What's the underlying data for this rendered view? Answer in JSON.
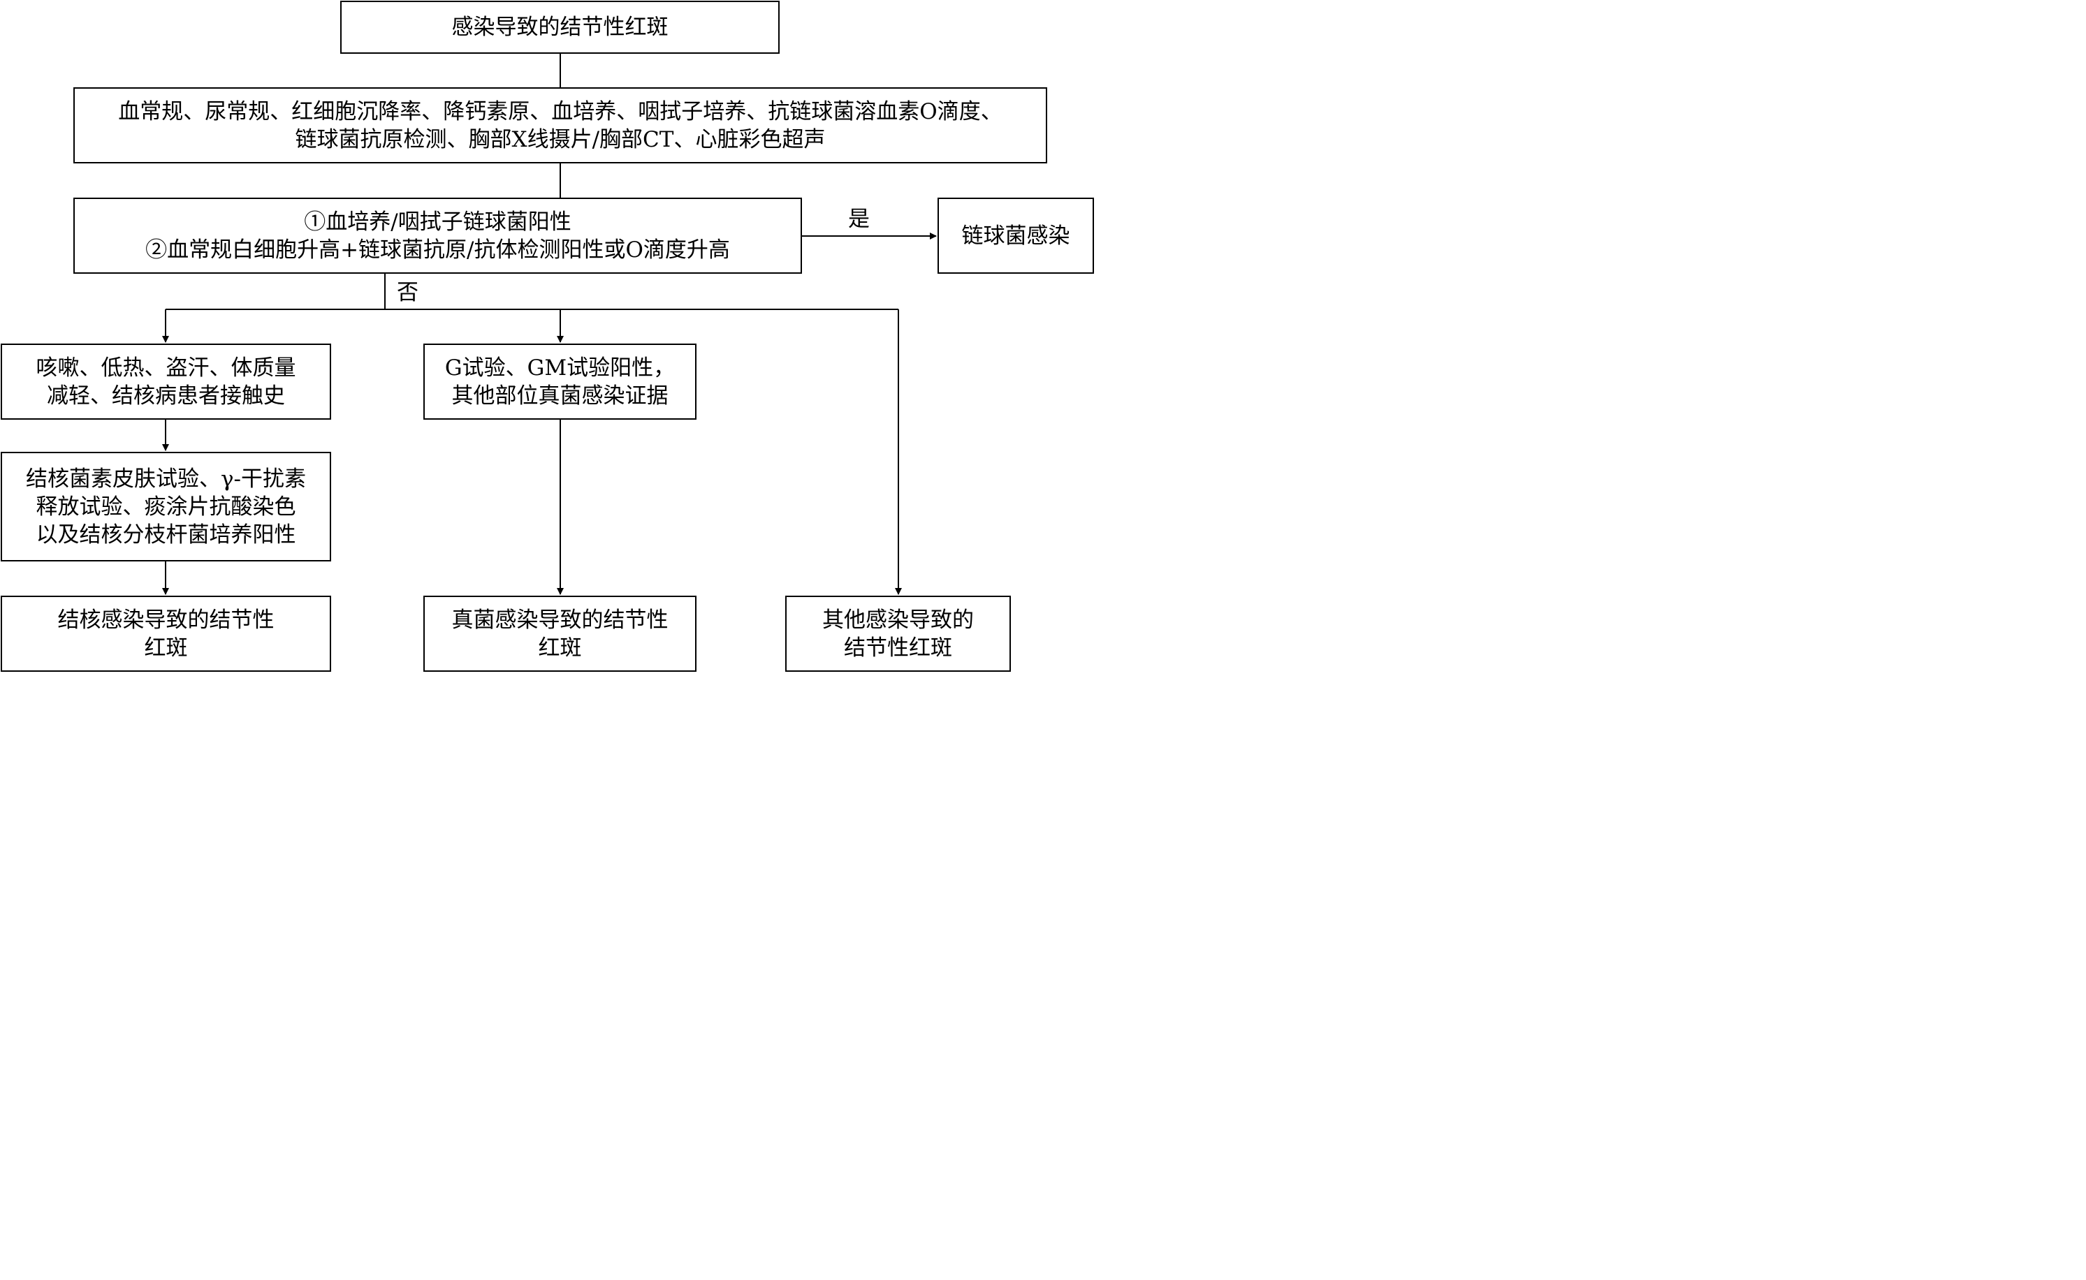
{
  "root": {
    "label": "感染导致的结节性红斑"
  },
  "tests": {
    "line1": "血常规、尿常规、红细胞沉降率、降钙素原、血培养、咽拭子培养、抗链球菌溶血素O滴度、",
    "line2": "链球菌抗原检测、胸部X线摄片/胸部CT、心脏彩色超声"
  },
  "criteria": {
    "line1": "①血培养/咽拭子链球菌阳性",
    "line2": "②血常规白细胞升高+链球菌抗原/抗体检测阳性或O滴度升高"
  },
  "edges": {
    "yes": "是",
    "no": "否"
  },
  "strep": {
    "label": "链球菌感染"
  },
  "tb_symptoms": {
    "line1": "咳嗽、低热、盗汗、体质量",
    "line2": "减轻、结核病患者接触史"
  },
  "tb_tests": {
    "line1": "结核菌素皮肤试验、γ-干扰素",
    "line2": "释放试验、痰涂片抗酸染色",
    "line3": "以及结核分枝杆菌培养阳性"
  },
  "fungal_evidence": {
    "line1": "G试验、GM试验阳性，",
    "line2": "其他部位真菌感染证据"
  },
  "outcome_tb": {
    "line1": "结核感染导致的结节性",
    "line2": "红斑"
  },
  "outcome_fungal": {
    "line1": "真菌感染导致的结节性",
    "line2": "红斑"
  },
  "outcome_other": {
    "line1": "其他感染导致的",
    "line2": "结节性红斑"
  }
}
